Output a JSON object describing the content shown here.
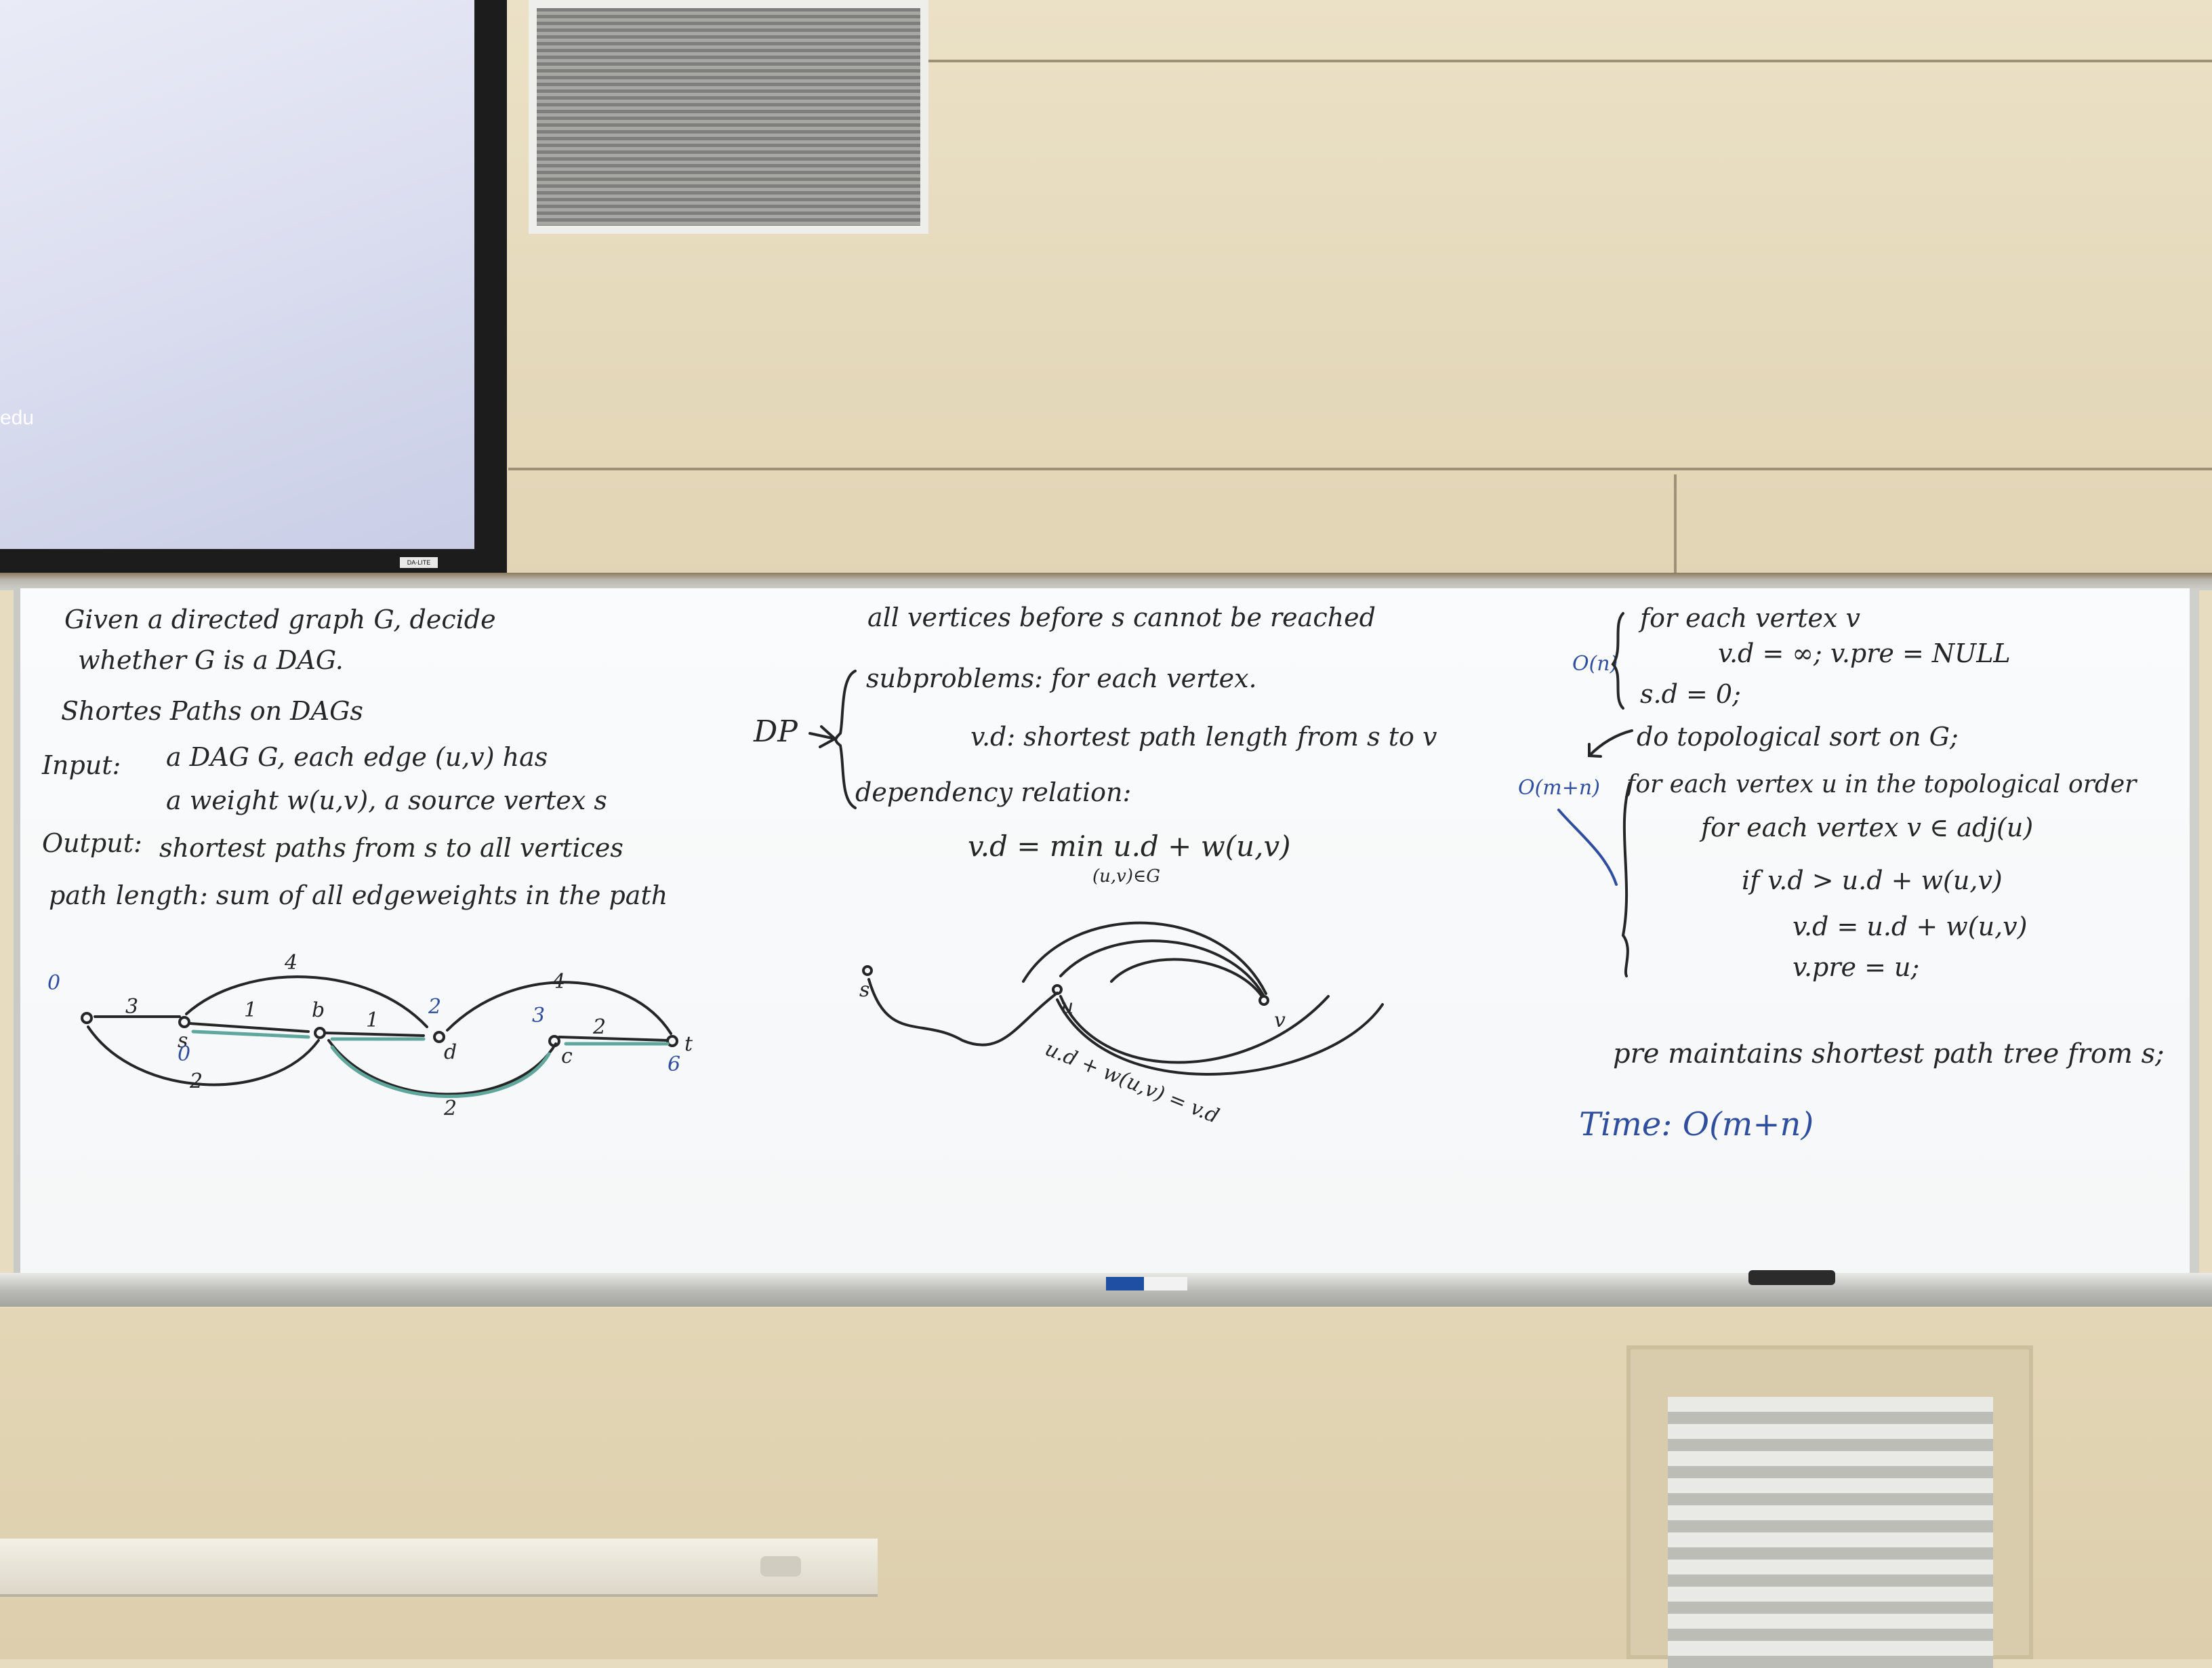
{
  "screen": {
    "visible_text": "edu"
  },
  "board": {
    "left": {
      "line1": "Given a directed graph G, decide",
      "line2": "whether G is a DAG.",
      "heading": "Shortes Paths on DAGs",
      "input_label": "Input:",
      "input_line1": "a DAG G, each edge (u,v) has",
      "input_line2": "a weight w(u,v), a source vertex s",
      "output_label": "Output:",
      "output_text": "shortest paths from s to all vertices",
      "path_length": "path length: sum of all edgeweights in the path"
    },
    "graph": {
      "edge_weights": [
        "3",
        "1",
        "1",
        "4",
        "4",
        "2",
        "2",
        "2"
      ],
      "node_labels": [
        "s",
        "b",
        "d",
        "c",
        "t"
      ],
      "annotations": [
        "0",
        "0",
        "2",
        "3",
        "6"
      ]
    },
    "middle": {
      "line1": "all vertices before s cannot be reached",
      "dp": "DP",
      "subproblems": "subproblems: for each vertex.",
      "vd": "v.d: shortest path length from s to v",
      "dependency": "dependency relation:",
      "recurrence": "v.d = min   u.d + w(u,v)",
      "subscript": "(u,v)∈G",
      "sketch_s": "s",
      "sketch_u": "u",
      "sketch_v": "v",
      "sketch_eq": "u.d + w(u,v) = v.d"
    },
    "right": {
      "line1": "for each vertex v",
      "line2": "v.d = ∞;   v.pre = NULL",
      "line3": "s.d = 0;",
      "line4": "do topological sort on G;",
      "line5": "for each vertex u in the topological order",
      "line6": "for each vertex v ∈ adj(u)",
      "line7": "if v.d > u.d + w(u,v)",
      "line8": "v.d = u.d + w(u,v)",
      "line9": "v.pre = u;",
      "pre_note": "pre maintains shortest path tree from s;",
      "time": "Time: O(m+n)",
      "complexity_n": "O(n)",
      "complexity_mn": "O(m+n)"
    }
  },
  "colors": {
    "board": "#f7f8f9",
    "ink_black": "#262626",
    "ink_blue": "#2f4f9e",
    "ink_teal": "#5fa79c",
    "wall": "#e7dcc0"
  }
}
